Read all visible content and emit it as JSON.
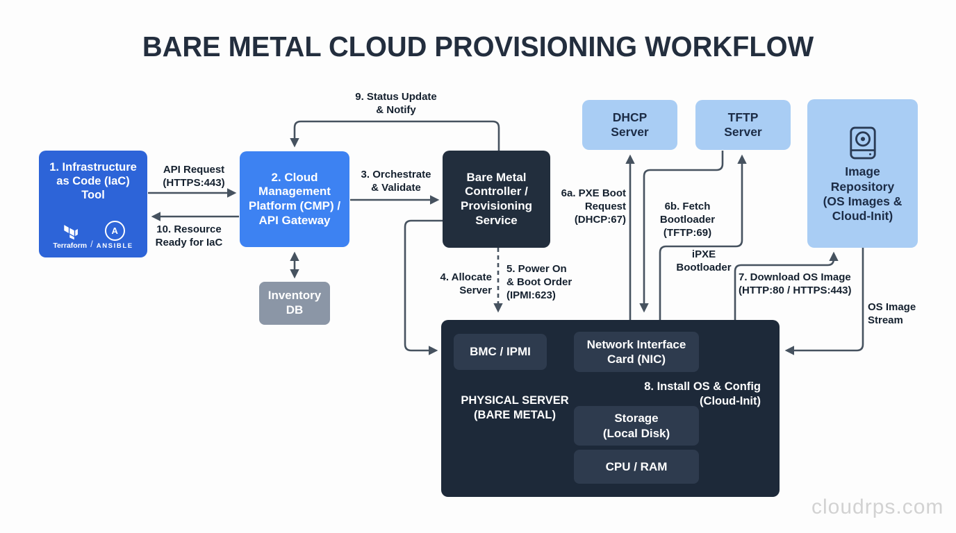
{
  "title": "BARE METAL CLOUD PROVISIONING WORKFLOW",
  "watermark": "cloudrps.com",
  "colors": {
    "background": "#fdfdfd",
    "title_text": "#232e3e",
    "iac_blue": "#2d64d8",
    "cmp_blue": "#3d82f2",
    "light_blue": "#a9cdf4",
    "dark_navy": "#222e3d",
    "server_navy": "#1d2939",
    "inner_panel": "#2e3b4e",
    "inventory_gray": "#8b96a6",
    "arrow_dark": "#46525f",
    "arrow_light": "#eef3f8",
    "label_text": "#14202e",
    "watermark_gray": "#d2d2d2"
  },
  "nodes": {
    "iac": {
      "label": "1. Infrastructure\nas Code (IaC)\nTool",
      "terraform_label": "Terraform",
      "separator": "/",
      "ansible_letter": "A",
      "ansible_label": "ANSIBLE"
    },
    "cmp": {
      "label": "2. Cloud\nManagement\nPlatform (CMP) /\nAPI Gateway"
    },
    "controller": {
      "label": "Bare Metal\nController /\nProvisioning\nService"
    },
    "dhcp": {
      "label": "DHCP\nServer"
    },
    "tftp": {
      "label": "TFTP\nServer"
    },
    "repo": {
      "label": "Image\nRepository\n(OS Images &\nCloud-Init)"
    },
    "inventory": {
      "label": "Inventory\nDB"
    },
    "server": {
      "label": "PHYSICAL SERVER\n(BARE METAL)",
      "bmc": "BMC / IPMI",
      "nic": "Network Interface\nCard (NIC)",
      "storage": "Storage\n(Local Disk)",
      "cpu": "CPU / RAM"
    }
  },
  "edges": {
    "api_request": "API Request\n(HTTPS:443)",
    "resource_ready": "10. Resource\nReady for IaC",
    "orchestrate": "3. Orchestrate\n& Validate",
    "status_update": "9. Status Update\n& Notify",
    "allocate": "4. Allocate\nServer",
    "power_on": "5. Power On\n& Boot Order\n(IPMI:623)",
    "pxe_request": "6a. PXE Boot\nRequest\n(DHCP:67)",
    "fetch_bootloader": "6b. Fetch\nBootloader\n(TFTP:69)",
    "ipxe": "iPXE\nBootloader",
    "download_os": "7. Download OS Image\n(HTTP:80 / HTTPS:443)",
    "os_stream": "OS Image\nStream",
    "install_os": "8. Install OS & Config\n(Cloud-Init)"
  }
}
